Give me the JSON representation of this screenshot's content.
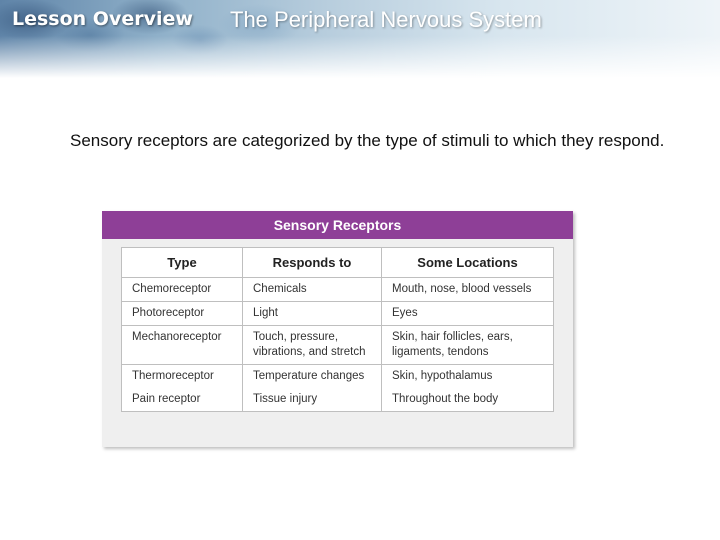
{
  "header": {
    "lesson_label": "Lesson Overview",
    "title": "The Peripheral Nervous System"
  },
  "main": {
    "intro_text": "Sensory receptors are categorized by the type of stimuli to which they respond."
  },
  "figure": {
    "title": "Sensory Receptors",
    "columns": [
      "Type",
      "Responds to",
      "Some Locations"
    ],
    "rows": [
      [
        "Chemoreceptor",
        "Chemicals",
        "Mouth, nose, blood vessels"
      ],
      [
        "Photoreceptor",
        "Light",
        "Eyes"
      ],
      [
        "Mechanoreceptor",
        "Touch, pressure, vibrations, and stretch",
        "Skin, hair follicles, ears, ligaments, tendons"
      ],
      [
        "Thermoreceptor",
        "Temperature changes",
        "Skin, hypothalamus"
      ],
      [
        "Pain receptor",
        "Tissue injury",
        "Throughout the body"
      ]
    ],
    "accent_color": "#8e3f97"
  }
}
